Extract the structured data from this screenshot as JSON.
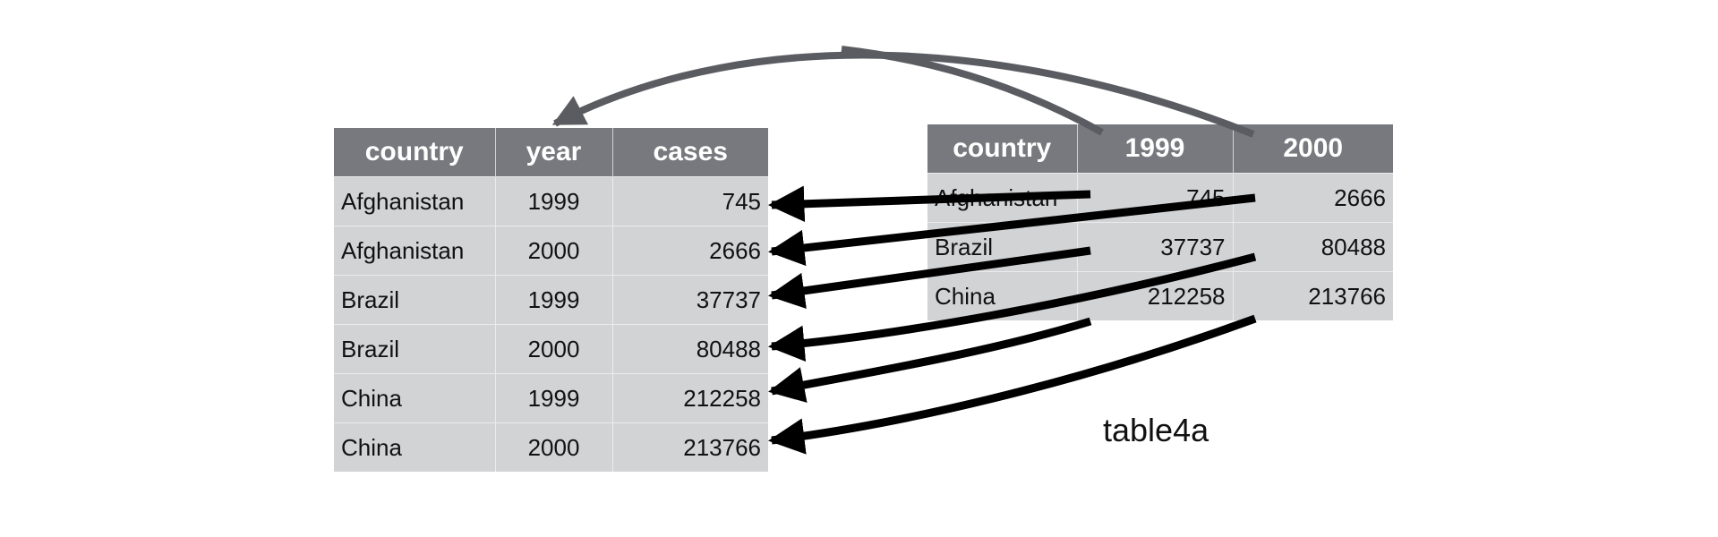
{
  "tidy_table": {
    "headers": [
      "country",
      "year",
      "cases"
    ],
    "rows": [
      [
        "Afghanistan",
        "1999",
        "745"
      ],
      [
        "Afghanistan",
        "2000",
        "2666"
      ],
      [
        "Brazil",
        "1999",
        "37737"
      ],
      [
        "Brazil",
        "2000",
        "80488"
      ],
      [
        "China",
        "1999",
        "212258"
      ],
      [
        "China",
        "2000",
        "213766"
      ]
    ]
  },
  "wide_table": {
    "headers": [
      "country",
      "1999",
      "2000"
    ],
    "rows": [
      [
        "Afghanistan",
        "745",
        "2666"
      ],
      [
        "Brazil",
        "37737",
        "80488"
      ],
      [
        "China",
        "212258",
        "213766"
      ]
    ]
  },
  "caption": "table4a",
  "colors": {
    "header_bg": "#77797e",
    "cell_bg": "#d2d3d5",
    "header_arrow": "#5a5c62",
    "value_arrow": "#000000"
  }
}
